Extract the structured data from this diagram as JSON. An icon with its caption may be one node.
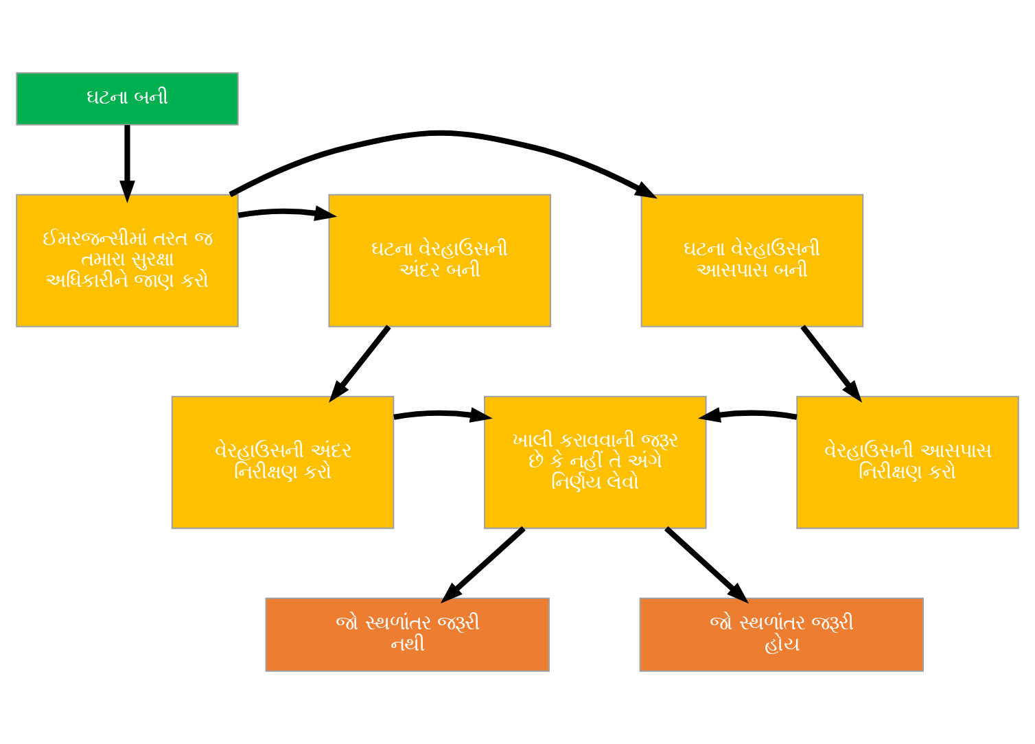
{
  "diagram": {
    "nodes": [
      {
        "text": [
          "ઘટના બની"
        ]
      },
      {
        "text": [
          "ઈમરજન્સીમાં તરત જ તમારા સુરક્ષા અધિકારીને જાણ કરો"
        ]
      },
      {
        "text": [
          "ઘટના વેરહાઉસની અંદર બની"
        ]
      },
      {
        "text": [
          "ઘટના વેરહાઉસની આસપાસ બની"
        ]
      },
      {
        "text": [
          "વેરહાઉસની અંદર નિરીક્ષણ કરો"
        ]
      },
      {
        "text": [
          "ખાલી કરાવવાની જરૂર છે કે નહીં તે અંગે નિર્ણય લેવો"
        ]
      },
      {
        "text": [
          "વેરહાઉસની આસપાસ નિરીક્ષણ કરો"
        ]
      },
      {
        "text": [
          "જો સ્થળાંતર જરૂરી નથી"
        ]
      },
      {
        "text": [
          "જો સ્થળાંતર જરૂરી હોય"
        ]
      }
    ],
    "edges": [
      {
        "from": 0,
        "to": 1,
        "arrow": "to"
      },
      {
        "from": 1,
        "to": 2,
        "arrow": "to"
      },
      {
        "from": 1,
        "to": 3,
        "arrow": "to"
      },
      {
        "from": 2,
        "to": 4,
        "arrow": "to"
      },
      {
        "from": 3,
        "to": 6,
        "arrow": "to"
      },
      {
        "from": 4,
        "to": 5,
        "arrow": "to"
      },
      {
        "from": 6,
        "to": 5,
        "arrow": "to"
      },
      {
        "from": 5,
        "to": 7,
        "arrow": "to"
      },
      {
        "from": 5,
        "to": 8,
        "arrow": "to"
      }
    ]
  }
}
